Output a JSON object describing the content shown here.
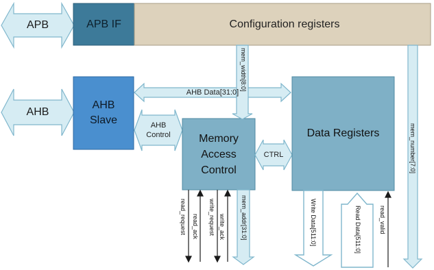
{
  "blocks": {
    "apb_if": "APB IF",
    "config_registers": "Configuration registers",
    "ahb_slave": "AHB\nSlave",
    "memory_access_control": "Memory\nAccess\nControl",
    "data_registers": "Data Registers",
    "ctrl": "CTRL"
  },
  "buses": {
    "apb": "APB",
    "ahb": "AHB",
    "ahb_data": "AHB Data[31:0]",
    "ahb_control": "AHB\nControl"
  },
  "signals": {
    "mem_width": "mem_width[8:0]",
    "mem_number": "mem_number[7:0]",
    "read_request": "read_request",
    "read_ack": "read_ack",
    "write_request": "write_request",
    "write_ack": "write_ack",
    "mem_addr": "mem_addr[31:0]",
    "write_data": "Write Data[511:0]",
    "read_data": "Read Data[511:0]",
    "read_valid": "read_valid"
  },
  "colors": {
    "apb_if_fill": "#3d7a99",
    "config_fill": "#ddd2bc",
    "ahb_slave_fill": "#4a8fcf",
    "block_fill": "#7fb0c6",
    "bus_arrow_fill": "#d6ecf3",
    "bus_arrow_stroke": "#7fb6cc",
    "signal_stroke": "#1a1a1a"
  }
}
